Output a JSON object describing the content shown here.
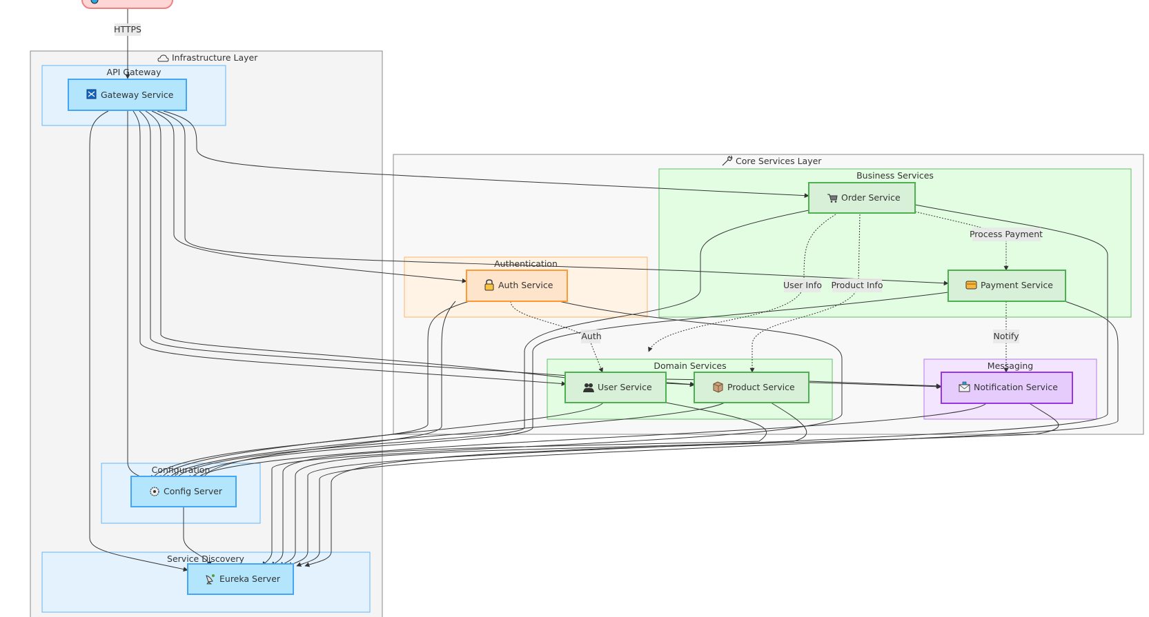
{
  "diagram": {
    "type": "flowchart",
    "clusters": {
      "infrastructure": {
        "label": "Infrastructure Layer",
        "icon": "cloud-icon"
      },
      "api_gateway": {
        "label": "API Gateway"
      },
      "configuration": {
        "label": "Configuration"
      },
      "service_discovery": {
        "label": "Service Discovery"
      },
      "core": {
        "label": "Core Services Layer",
        "icon": "wrench-icon"
      },
      "business": {
        "label": "Business Services"
      },
      "authentication": {
        "label": "Authentication"
      },
      "domain": {
        "label": "Domain Services"
      },
      "messaging": {
        "label": "Messaging"
      }
    },
    "nodes": {
      "client": {
        "label": "",
        "icon": "user-icon"
      },
      "gateway": {
        "label": "Gateway Service",
        "icon": "shuffle-icon"
      },
      "config": {
        "label": "Config Server",
        "icon": "gear-icon"
      },
      "eureka": {
        "label": "Eureka Server",
        "icon": "satellite-dish-icon"
      },
      "order": {
        "label": "Order Service",
        "icon": "cart-icon"
      },
      "payment": {
        "label": "Payment Service",
        "icon": "credit-card-icon"
      },
      "auth": {
        "label": "Auth Service",
        "icon": "lock-key-icon"
      },
      "user": {
        "label": "User Service",
        "icon": "users-icon"
      },
      "product": {
        "label": "Product Service",
        "icon": "package-icon"
      },
      "notification": {
        "label": "Notification Service",
        "icon": "mailbox-icon"
      }
    },
    "edge_labels": {
      "https": "HTTPS",
      "process_payment": "Process Payment",
      "user_info": "User Info",
      "product_info": "Product Info",
      "auth": "Auth",
      "notify": "Notify"
    },
    "colors": {
      "layer_fill": "#f4f4f4",
      "layer_stroke": "#888888",
      "infra_sub_fill": "#e3f2fd",
      "infra_sub_stroke": "#64b5f6",
      "infra_node_fill": "#b3e5fc",
      "infra_node_stroke": "#42a5f5",
      "business_fill": "#e3fde3",
      "business_stroke": "#66bb6a",
      "green_node_fill": "#d8f0d8",
      "green_node_stroke": "#4caf50",
      "auth_fill": "#fff3e6",
      "auth_stroke": "#ffb366",
      "auth_node_fill": "#ffe4cc",
      "auth_node_stroke": "#ff9933",
      "messaging_fill": "#f3e5fd",
      "messaging_stroke": "#b47ae6",
      "msg_node_fill": "#e6ccfd",
      "msg_node_stroke": "#9933e6",
      "client_fill": "#ffd6d6",
      "client_stroke": "#f08080"
    }
  }
}
